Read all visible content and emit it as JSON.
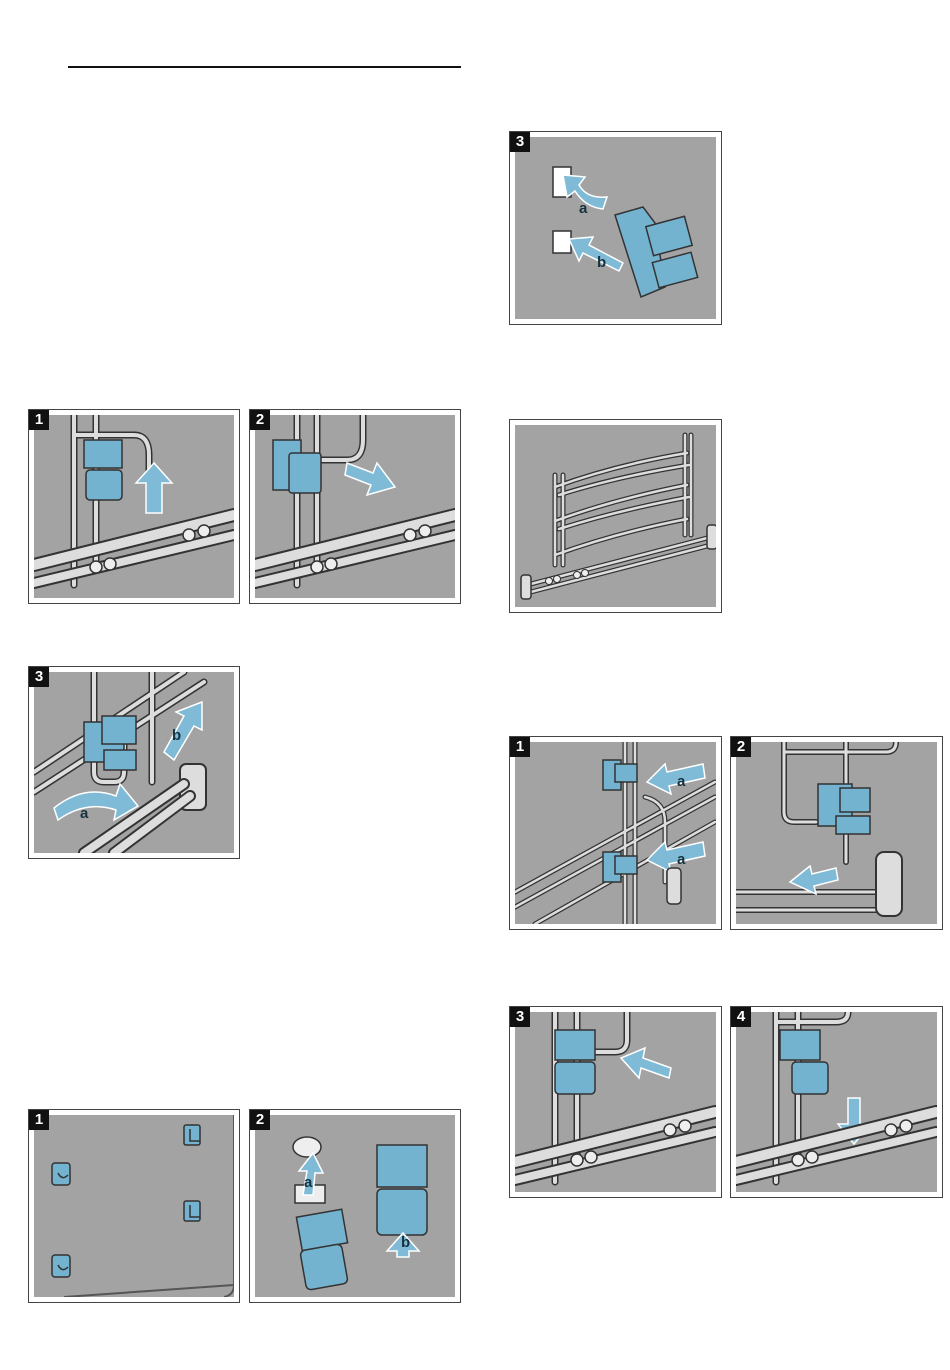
{
  "colors": {
    "panel_background": "#a3a3a3",
    "part_blue": "#74b3cf",
    "arrow_blue": "#7fbad6",
    "wire": "#d9d9d9",
    "badge": "#111111"
  },
  "left_column": {
    "removal_steps": [
      {
        "step": "1",
        "arrow": "up-arrow-icon"
      },
      {
        "step": "2",
        "arrow": "right-arrow-icon"
      },
      {
        "step": "3",
        "labels": [
          "a",
          "b"
        ]
      }
    ],
    "clip_steps": [
      {
        "step": "1"
      },
      {
        "step": "2",
        "labels": [
          "a",
          "b"
        ]
      }
    ]
  },
  "right_column": {
    "clip_insert_step": {
      "step": "3",
      "labels": [
        "a",
        "b"
      ]
    },
    "fitting_steps": [
      {
        "step": "1",
        "labels": [
          "a",
          "a"
        ]
      },
      {
        "step": "2",
        "arrow": "left-arrow-icon"
      },
      {
        "step": "3",
        "arrow": "left-arrow-icon"
      },
      {
        "step": "4",
        "arrow": "down-arrow-icon"
      }
    ]
  }
}
